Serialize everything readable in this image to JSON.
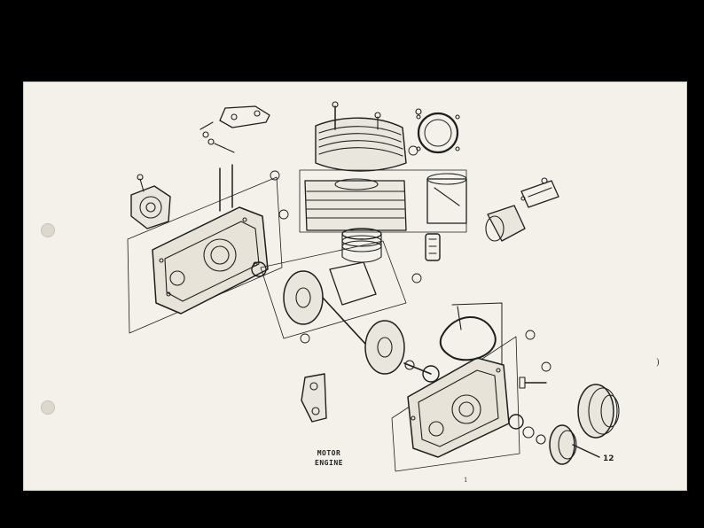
{
  "caption": {
    "line1": "MOTOR",
    "line2": "ENGINE"
  },
  "page_number": "12",
  "margin_mark": ")",
  "tiny_mark": "1",
  "colors": {
    "background": "#000000",
    "paper": "#f3f1ea",
    "ink": "#1e1e1e"
  }
}
